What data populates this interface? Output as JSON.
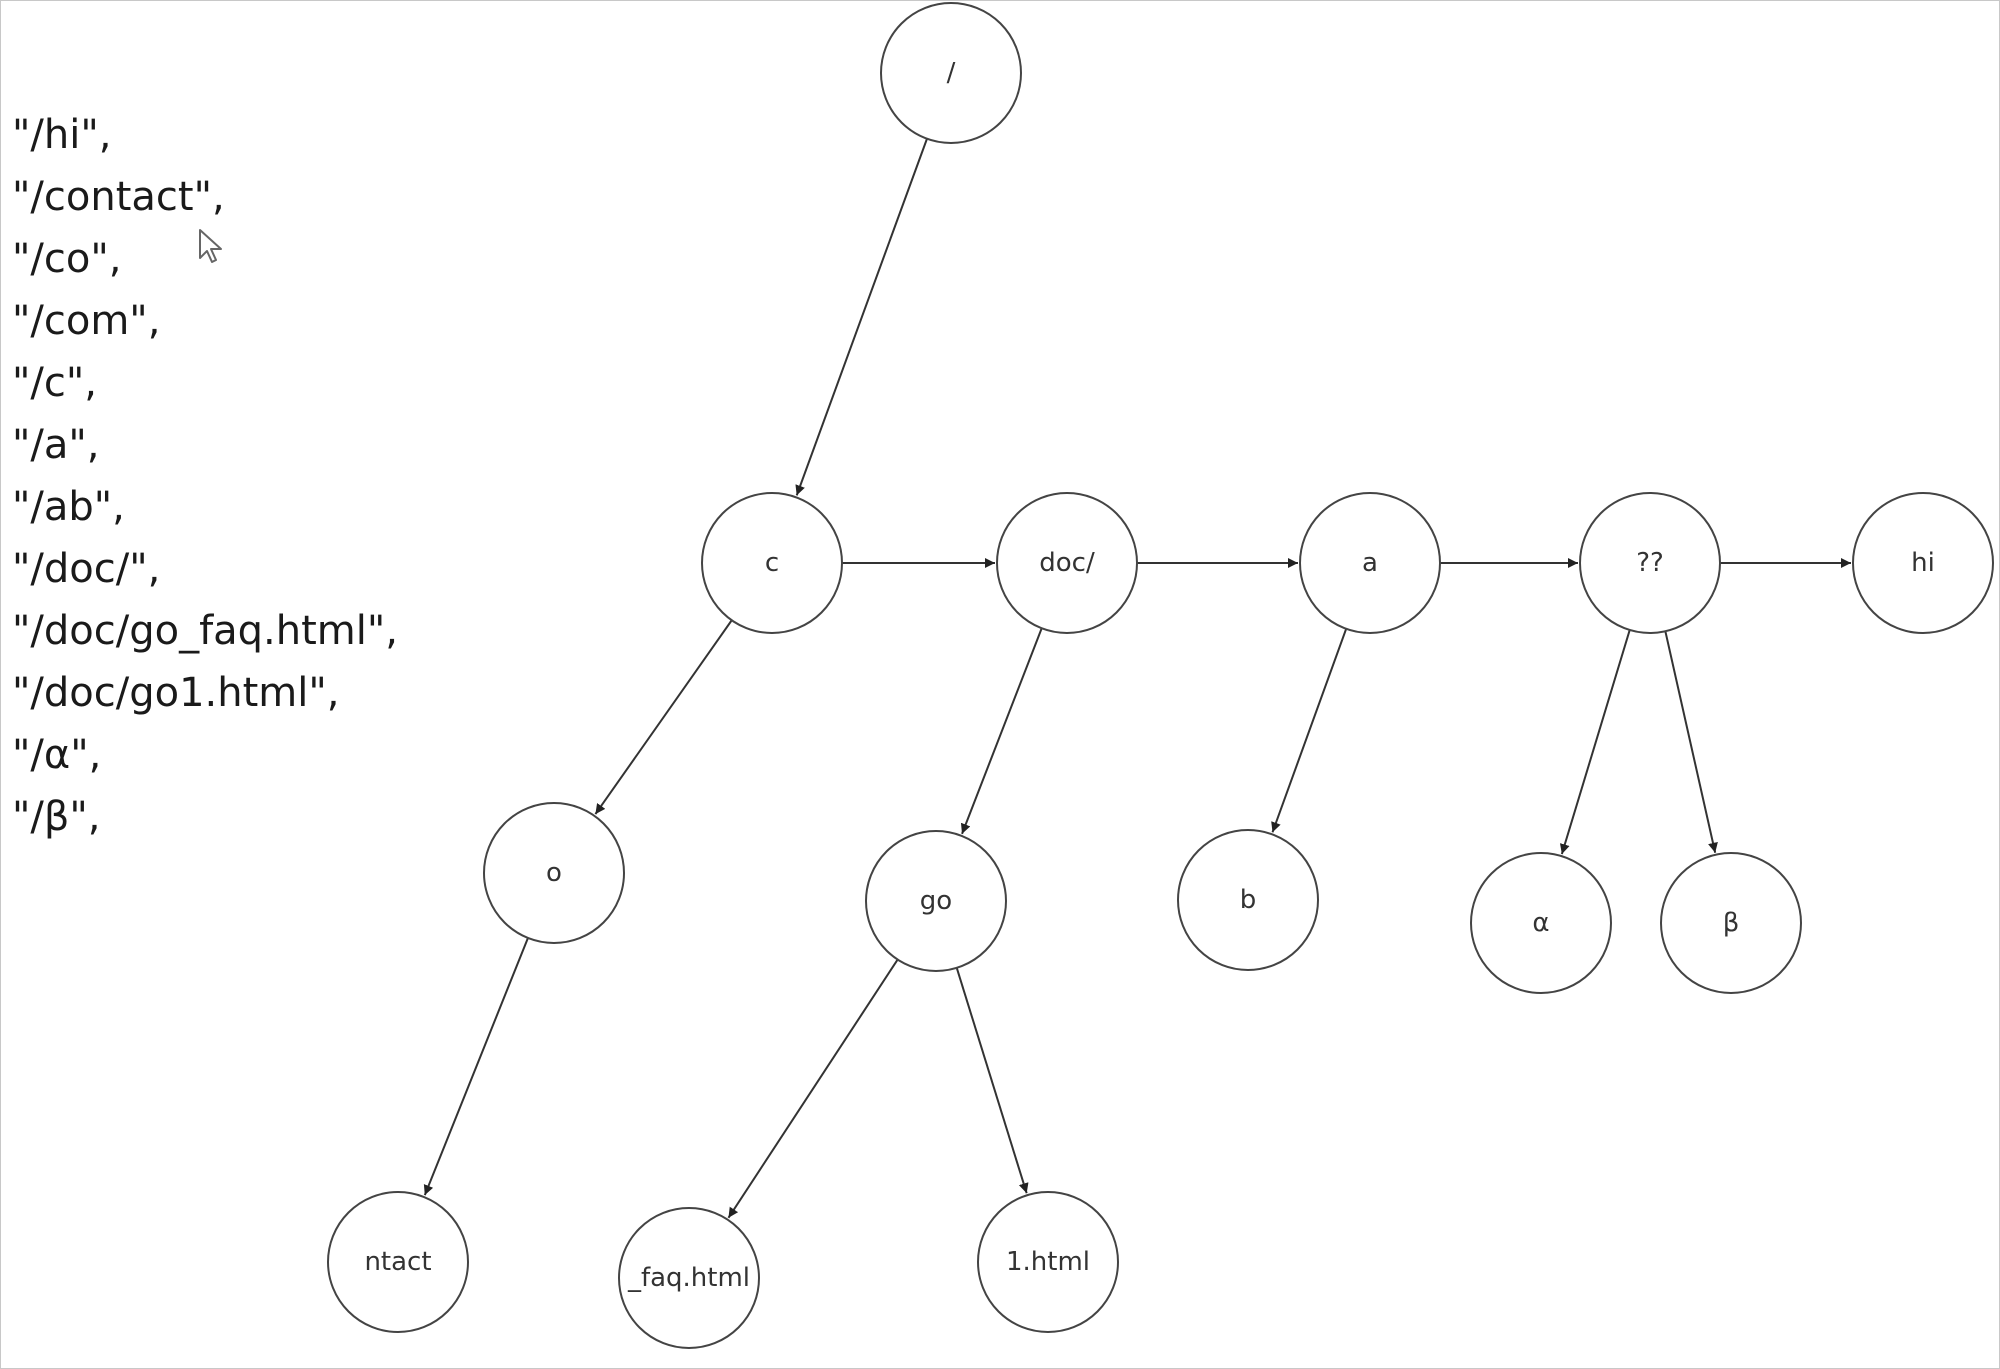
{
  "routes": [
    "\"/hi\",",
    "\"/contact\",",
    "\"/co\",",
    "\"/com\",",
    "\"/c\",",
    "\"/a\",",
    "\"/ab\",",
    "\"/doc/\",",
    "\"/doc/go_faq.html\",",
    "\"/doc/go1.html\",",
    "\"/α\",",
    "\"/β\","
  ],
  "tree": {
    "nodes": [
      {
        "id": "root",
        "label": "/"
      },
      {
        "id": "c",
        "label": "c"
      },
      {
        "id": "doc",
        "label": "doc/"
      },
      {
        "id": "a",
        "label": "a"
      },
      {
        "id": "qq",
        "label": "??"
      },
      {
        "id": "hi",
        "label": "hi"
      },
      {
        "id": "o",
        "label": "o"
      },
      {
        "id": "go",
        "label": "go"
      },
      {
        "id": "b",
        "label": "b"
      },
      {
        "id": "alpha",
        "label": "α"
      },
      {
        "id": "beta",
        "label": "β"
      },
      {
        "id": "ntact",
        "label": "ntact"
      },
      {
        "id": "faq",
        "label": "_faq.html"
      },
      {
        "id": "html1",
        "label": "1.html"
      }
    ],
    "edges": [
      {
        "from": "root",
        "to": "c"
      },
      {
        "from": "c",
        "to": "doc"
      },
      {
        "from": "doc",
        "to": "a"
      },
      {
        "from": "a",
        "to": "qq"
      },
      {
        "from": "qq",
        "to": "hi"
      },
      {
        "from": "c",
        "to": "o"
      },
      {
        "from": "o",
        "to": "ntact"
      },
      {
        "from": "doc",
        "to": "go"
      },
      {
        "from": "go",
        "to": "faq"
      },
      {
        "from": "go",
        "to": "html1"
      },
      {
        "from": "a",
        "to": "b"
      },
      {
        "from": "qq",
        "to": "alpha"
      },
      {
        "from": "qq",
        "to": "beta"
      }
    ]
  }
}
